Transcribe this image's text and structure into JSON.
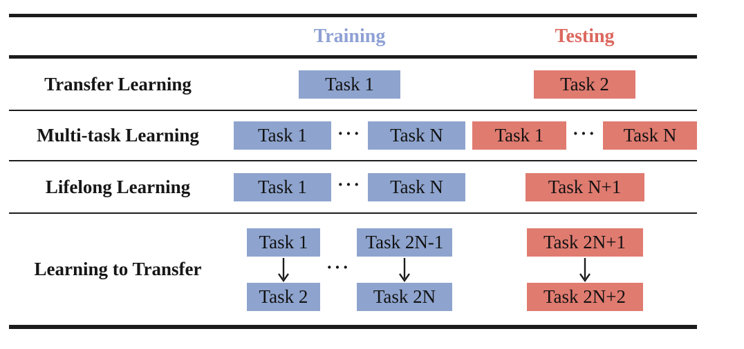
{
  "figure": {
    "headers": {
      "training": "Training",
      "testing": "Testing"
    },
    "ellipsis": "···",
    "colors": {
      "training_box_fill": "#8EA4CE",
      "testing_box_fill": "#E07B70",
      "training_header_text": "#8EA0D4",
      "testing_header_text": "#DC675E",
      "rule_color": "#1c1c1c",
      "box_text": "#121212"
    },
    "icons": {
      "arrow_down": "down-arrow-icon"
    },
    "rows": [
      {
        "label": "Transfer Learning",
        "training": {
          "boxes": [
            "Task 1"
          ]
        },
        "testing": {
          "boxes": [
            "Task 2"
          ]
        }
      },
      {
        "label": "Multi-task Learning",
        "training": {
          "boxes": [
            "Task 1",
            "Task N"
          ]
        },
        "testing": {
          "boxes": [
            "Task 1",
            "Task N"
          ]
        }
      },
      {
        "label": "Lifelong Learning",
        "training": {
          "boxes": [
            "Task 1",
            "Task N"
          ]
        },
        "testing": {
          "boxes": [
            "Task N+1"
          ]
        }
      },
      {
        "label": "Learning to Transfer",
        "training": {
          "pairs": [
            [
              "Task 1",
              "Task 2"
            ],
            [
              "Task 2N-1",
              "Task 2N"
            ]
          ]
        },
        "testing": {
          "pairs": [
            [
              "Task 2N+1",
              "Task 2N+2"
            ]
          ]
        }
      }
    ]
  }
}
